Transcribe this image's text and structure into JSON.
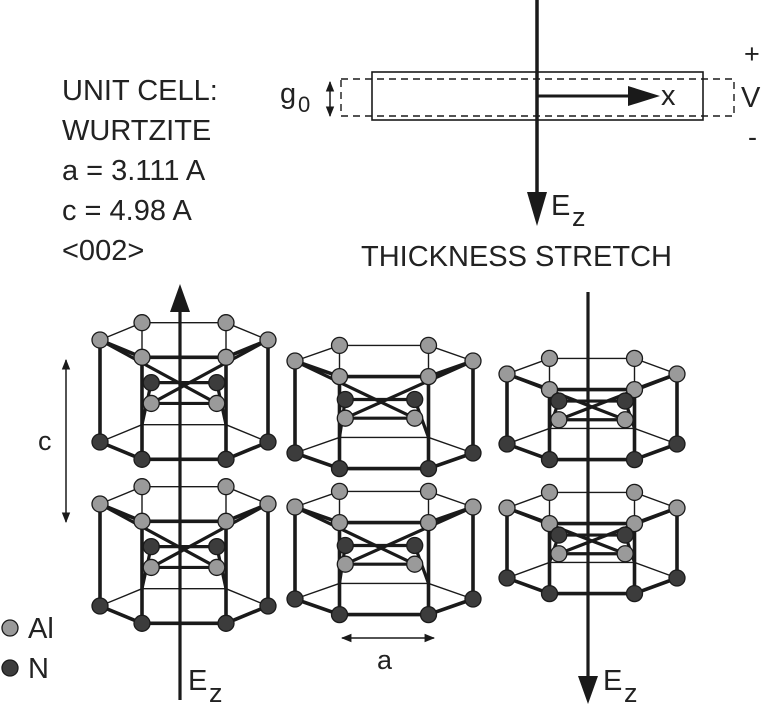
{
  "info": {
    "lines": [
      "UNIT CELL:",
      "WURTZITE",
      "a = 3.111 A",
      "c = 4.98 A",
      "<002>"
    ]
  },
  "top_figure": {
    "gap_label": "g",
    "gap_subscript": "0",
    "axis_label": "x",
    "voltage_label": "V",
    "plus_sign": "+",
    "minus_sign": "-",
    "field_label": "E",
    "field_subscript": "z",
    "caption": "THICKNESS STRETCH"
  },
  "dimensions": {
    "c_label": "c",
    "a_label": "a"
  },
  "legend": [
    {
      "label": "Al",
      "color": "#9a9a9a"
    },
    {
      "label": "N",
      "color": "#3c3c3c"
    }
  ],
  "bottom_fields": {
    "left_label": "E",
    "left_subscript": "z",
    "right_label": "E",
    "right_subscript": "z"
  },
  "colors": {
    "al_atom": "#9a9a9a",
    "n_atom": "#3c3c3c",
    "line": "#1a1a1a"
  }
}
